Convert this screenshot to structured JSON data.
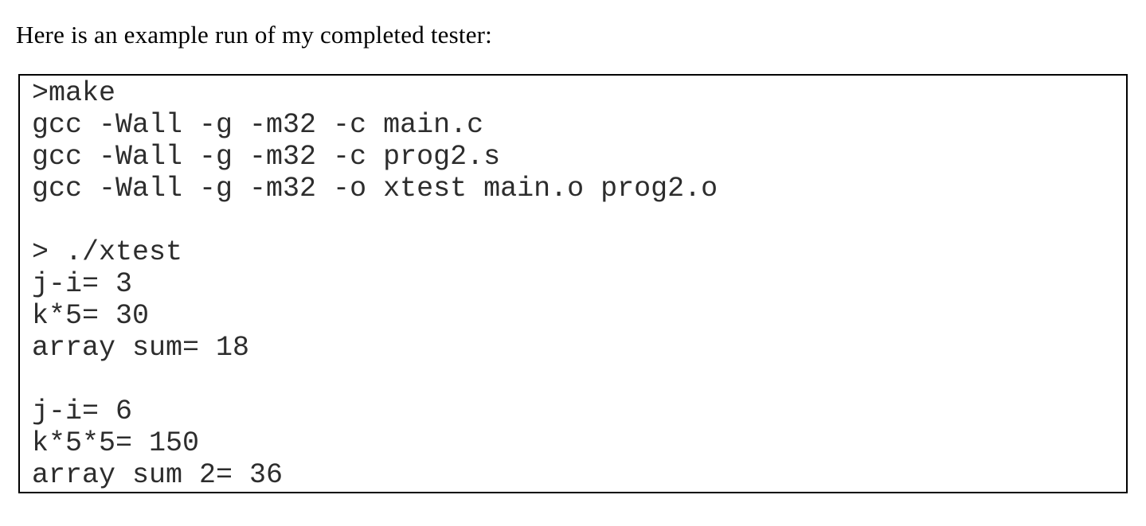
{
  "page": {
    "heading": "Here is an example run of my completed tester:"
  },
  "terminal": {
    "lines": [
      ">make",
      "gcc -Wall -g -m32 -c main.c",
      "gcc -Wall -g -m32 -c prog2.s",
      "gcc -Wall -g -m32 -o xtest main.o prog2.o",
      "",
      "> ./xtest",
      "j-i= 3",
      "k*5= 30",
      "array sum= 18",
      "",
      "j-i= 6",
      "k*5*5= 150",
      "array sum 2= 36"
    ]
  },
  "colors": {
    "background": "#ffffff",
    "heading_text": "#000000",
    "terminal_text": "#2d2d2d",
    "box_border": "#000000"
  }
}
